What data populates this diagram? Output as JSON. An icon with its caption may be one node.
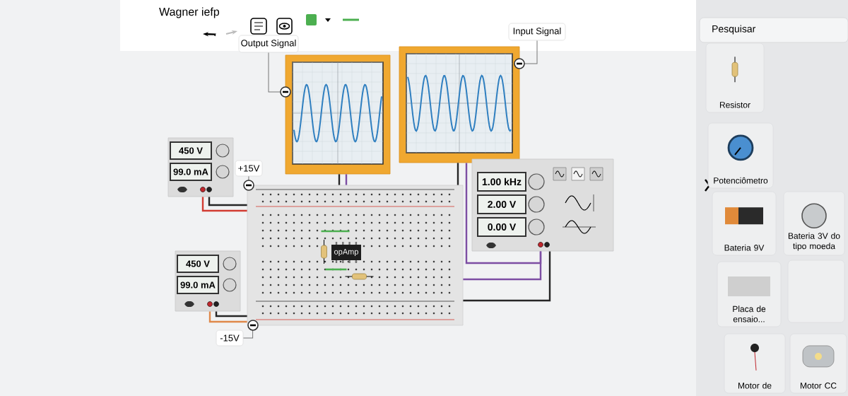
{
  "diagram": {
    "title": "Wagner iefp",
    "nodes": [
      {
        "text": [
          "Output Signal"
        ]
      },
      {
        "text": [],
        "shape": "picture"
      },
      {
        "text": [
          "Input Signal"
        ]
      },
      {
        "text": [],
        "shape": "picture"
      },
      {
        "text": [
          "450 V",
          "99.0 mA"
        ]
      },
      {
        "text": [
          "+15V"
        ]
      },
      {
        "text": [
          "450 V",
          "99.0 mA"
        ]
      },
      {
        "text": [
          "-15V"
        ]
      },
      {
        "text": [],
        "shape": "picture"
      },
      {
        "text": [
          "opAmp"
        ],
        "in": 8
      },
      {
        "text": [
          "1.00 kHz",
          "2.00 V",
          "0.00 V"
        ]
      },
      {
        "text": [
          "Resistor"
        ]
      },
      {
        "text": [
          "Potenciômetro"
        ]
      },
      {
        "text": [
          "Bateria 9V"
        ]
      },
      {
        "text": [
          "Bateria 3V do tipo moeda"
        ]
      },
      {
        "text": [
          "Placa de ensaio..."
        ]
      },
      {
        "text": [],
        "shape": "box"
      },
      {
        "text": [
          "Motor de"
        ]
      },
      {
        "text": [
          "Motor CC"
        ]
      }
    ],
    "edges": [
      {
        "from": 4,
        "to": 8,
        "arrow": "none",
        "color": "#d23c32"
      },
      {
        "from": 4,
        "to": 8,
        "arrow": "none"
      },
      {
        "from": 6,
        "to": 8,
        "arrow": "none",
        "color": "#e0894a"
      },
      {
        "from": 6,
        "to": 8,
        "arrow": "none"
      },
      {
        "from": 1,
        "to": 8,
        "arrow": "none",
        "color": "#7d4ea3"
      },
      {
        "from": 1,
        "to": 8,
        "arrow": "none"
      },
      {
        "from": 3,
        "to": 8,
        "arrow": "none"
      },
      {
        "from": 3,
        "to": 10,
        "arrow": "none",
        "color": "#7d4ea3"
      },
      {
        "from": 10,
        "to": 8,
        "arrow": "none",
        "color": "#7d4ea3"
      },
      {
        "from": 10,
        "to": 8,
        "arrow": "none"
      },
      {
        "from": 0,
        "to": 1,
        "arrow": "none",
        "color": "#777777"
      },
      {
        "from": 2,
        "to": 3,
        "arrow": "none",
        "color": "#777777"
      },
      {
        "from": 5,
        "to": 8,
        "arrow": "none",
        "color": "#777777"
      },
      {
        "from": 7,
        "to": 8,
        "arrow": "none",
        "color": "#777777"
      }
    ],
    "labels": [
      "Pesquisar"
    ]
  }
}
